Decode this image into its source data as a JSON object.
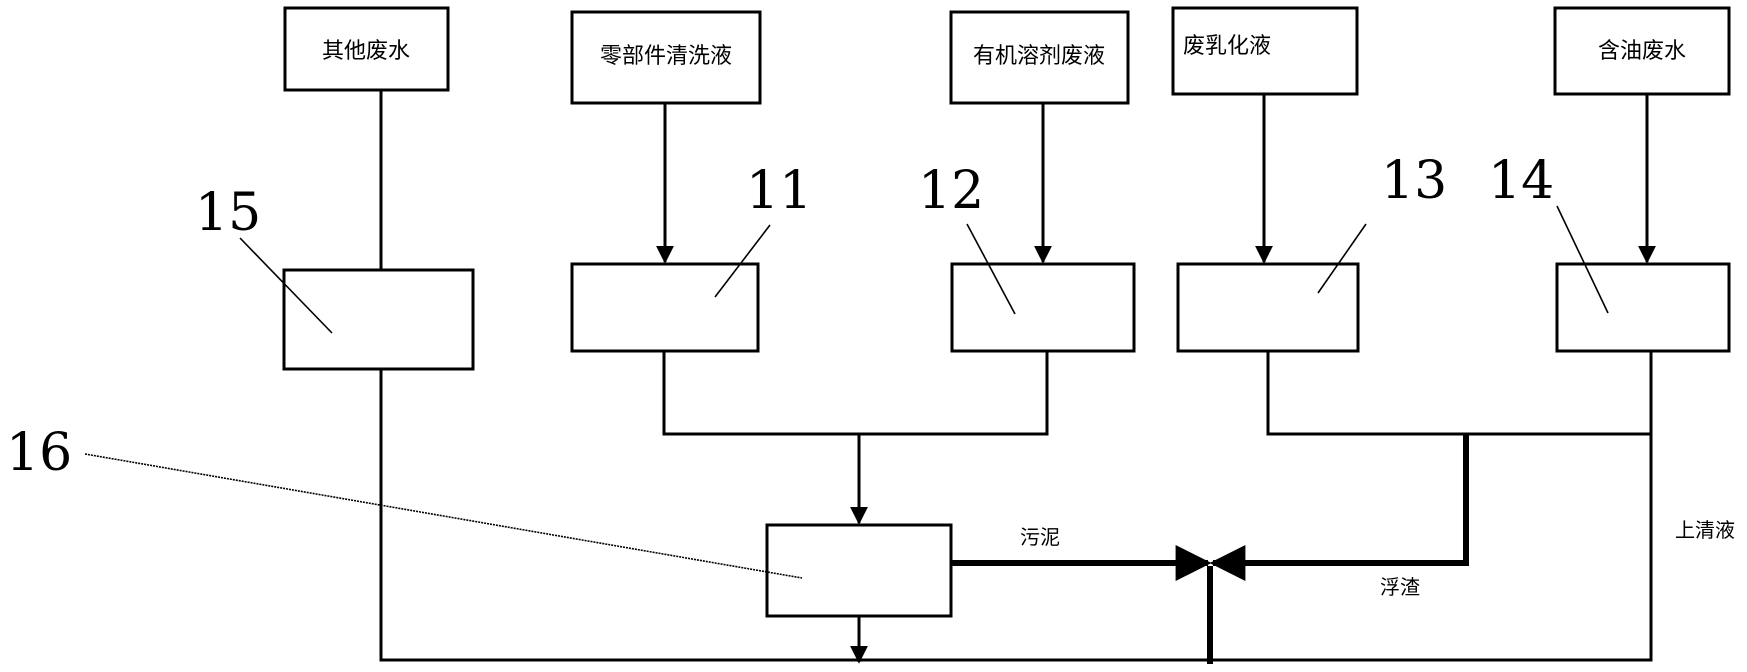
{
  "sources": {
    "other": "其他废水",
    "parts": "零部件清洗液",
    "solvent": "有机溶剂废液",
    "emulsion": "废乳化液",
    "oily": "含油废水"
  },
  "numbers": {
    "n11": "11",
    "n12": "12",
    "n13": "13",
    "n14": "14",
    "n15": "15",
    "n16": "16"
  },
  "flows": {
    "sludge": "污泥",
    "scum": "浮渣",
    "supernatant": "上清液"
  }
}
